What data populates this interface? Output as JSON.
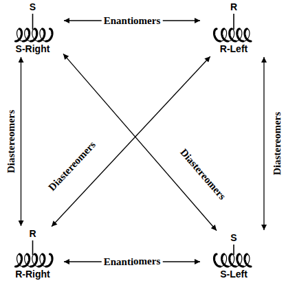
{
  "diagram": {
    "nodes": [
      {
        "text": [
          "S",
          "S-Right"
        ]
      },
      {
        "text": [
          "R",
          "R-Left"
        ]
      },
      {
        "text": [
          "R",
          "R-Right"
        ]
      },
      {
        "text": [
          "S",
          "S-Left"
        ]
      }
    ],
    "edges": [
      {
        "from": 0,
        "to": 1,
        "arrow": "both",
        "label": "Enantiomers"
      },
      {
        "from": 0,
        "to": 2,
        "arrow": "both",
        "label": "Diastereomers"
      },
      {
        "from": 1,
        "to": 3,
        "arrow": "both",
        "label": "Diastereomers"
      },
      {
        "from": 2,
        "to": 1,
        "arrow": "both",
        "label": "Diastereomers"
      },
      {
        "from": 0,
        "to": 3,
        "arrow": "both",
        "label": "Diastereomers"
      },
      {
        "from": 2,
        "to": 3,
        "arrow": "both",
        "label": "Enantiomers"
      }
    ]
  }
}
